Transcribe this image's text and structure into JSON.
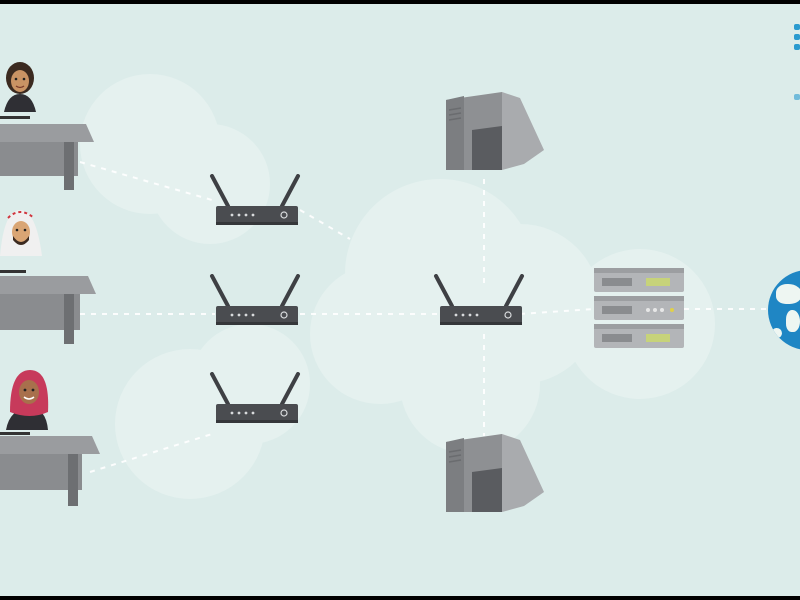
{
  "scene": {
    "background": "#dcecea",
    "people": [
      {
        "name": "person-1",
        "hair": "#3b2a20",
        "skin": "#c99364",
        "headwear": "none",
        "shirt": "#2f2f34"
      },
      {
        "name": "person-2",
        "hair": "#f0f0f0",
        "skin": "#d9a574",
        "headwear": "white-keffiyeh",
        "accent": "#d0343d",
        "shirt": "#ececec"
      },
      {
        "name": "person-3",
        "hair": "#c73a5b",
        "skin": "#a8704c",
        "headwear": "red-hijab",
        "shirt": "#2f2f34"
      }
    ],
    "icons": [
      "person-icon",
      "desk-icon",
      "wireless-router-icon",
      "tower-server-icon",
      "rack-server-icon",
      "globe-icon"
    ],
    "colors": {
      "device": "#4a4c50",
      "desk": "#9a9c9f",
      "server": "#8e9093",
      "link": "#ffffff",
      "globe": "#1f86c4"
    }
  }
}
